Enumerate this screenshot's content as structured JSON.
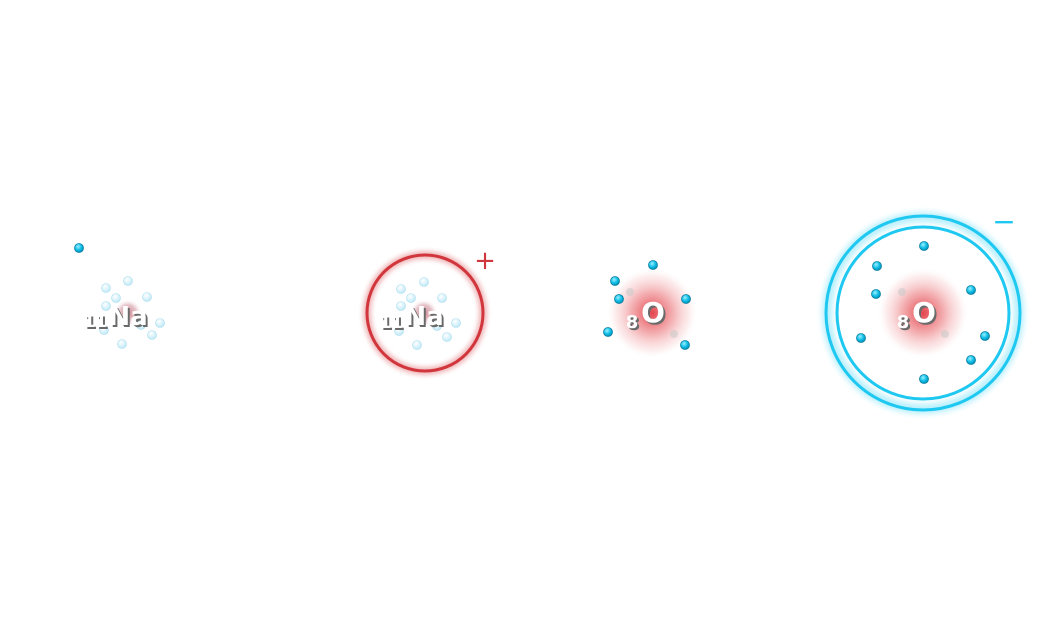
{
  "colors": {
    "electron": "#00b4e0",
    "electron_faded": "#bfe9f7",
    "cation_ring": "#d0363c",
    "anion_ring": "#1ec8f0",
    "nucleus_glow": "#e85a5f",
    "label_text": "#ffffff",
    "label_shadow": "#6a6a6a"
  },
  "particles": [
    {
      "id": "sodium-atom",
      "symbol": "Na",
      "atomic_number": "11",
      "charge": "",
      "ring": "none"
    },
    {
      "id": "sodium-ion",
      "symbol": "Na",
      "atomic_number": "11",
      "charge": "+",
      "ring": "cation"
    },
    {
      "id": "oxygen-atom",
      "symbol": "O",
      "atomic_number": "8",
      "charge": "",
      "ring": "none"
    },
    {
      "id": "oxide-ion",
      "symbol": "O",
      "atomic_number": "8",
      "charge": "−",
      "ring": "anion"
    }
  ]
}
